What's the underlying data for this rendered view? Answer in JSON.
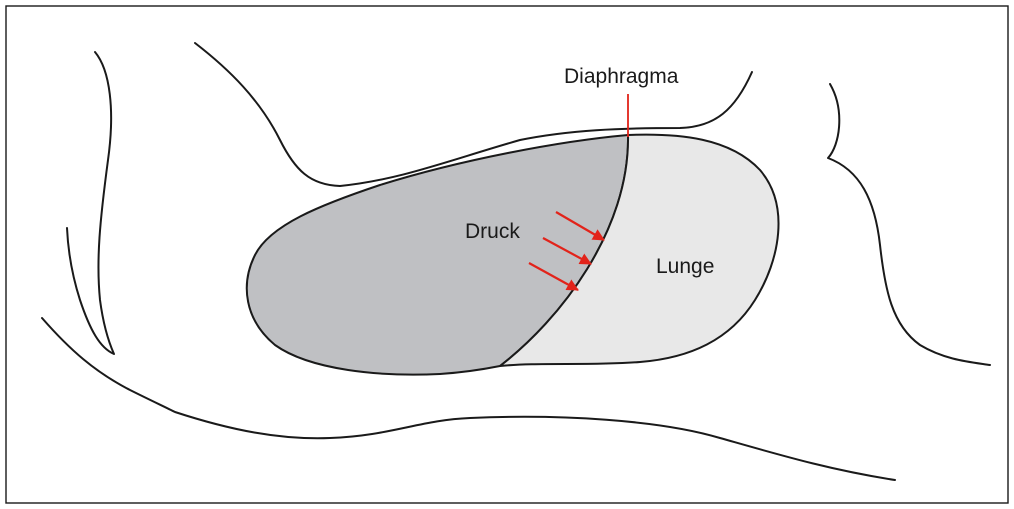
{
  "labels": {
    "diaphragma": "Diaphragma",
    "druck": "Druck",
    "lunge": "Lunge"
  },
  "colors": {
    "outline": "#1a1a1a",
    "compressed_region": "#bfc0c3",
    "lung_region": "#e8e8e8",
    "arrow": "#e2231a",
    "diaphragm_pointer": "#e2231a"
  }
}
